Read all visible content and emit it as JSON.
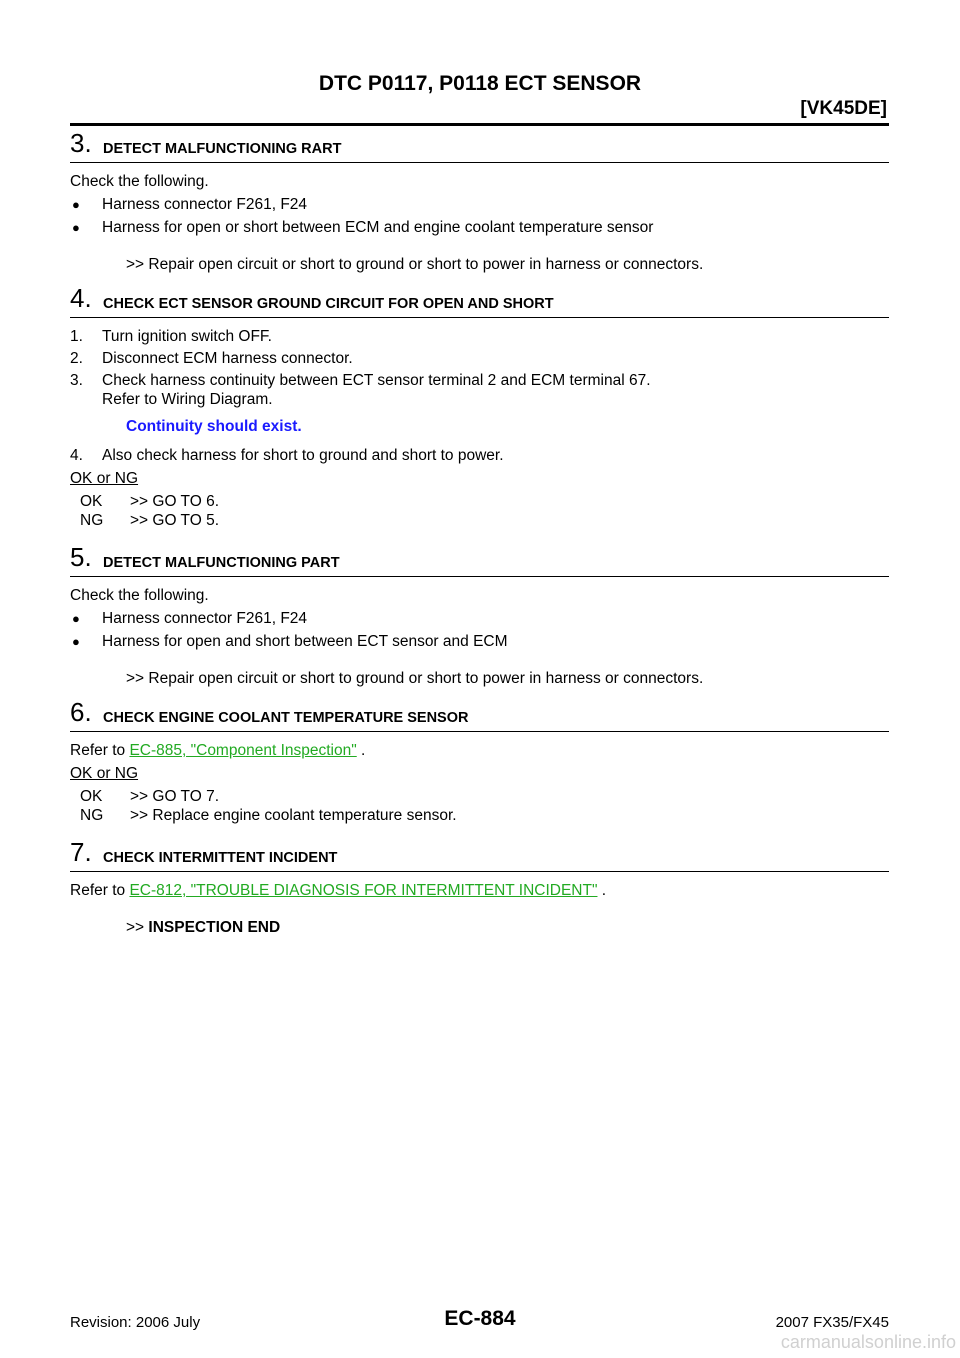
{
  "header": {
    "title": "DTC P0117, P0118 ECT SENSOR",
    "model": "[VK45DE]"
  },
  "steps": [
    {
      "num": "3.",
      "title": "DETECT MALFUNCTIONING RART",
      "intro": "Check the following.",
      "bullets": [
        "Harness connector F261, F24",
        "Harness for open or short between ECM and engine coolant temperature sensor"
      ],
      "result": ">> Repair open circuit or short to ground or short to power in harness or connectors."
    },
    {
      "num": "4.",
      "title": "CHECK ECT SENSOR GROUND CIRCUIT FOR OPEN AND SHORT",
      "items": [
        {
          "n": "1.",
          "text": "Turn ignition switch OFF."
        },
        {
          "n": "2.",
          "text": "Disconnect ECM harness connector."
        },
        {
          "n": "3.",
          "text": "Check harness continuity between ECT sensor terminal 2 and ECM terminal 67.",
          "text2": "Refer to Wiring Diagram."
        }
      ],
      "emphasis": "Continuity should exist.",
      "item4": {
        "n": "4.",
        "text": "Also check harness for short to ground and short to power."
      },
      "okng_label": "OK or NG",
      "ok": {
        "k": "OK",
        "v": ">> GO TO 6."
      },
      "ng": {
        "k": "NG",
        "v": ">> GO TO 5."
      }
    },
    {
      "num": "5.",
      "title": "DETECT MALFUNCTIONING PART",
      "intro": "Check the following.",
      "bullets": [
        "Harness connector F261, F24",
        "Harness for open and short between ECT sensor and ECM"
      ],
      "result": ">> Repair open circuit or short to ground or short to power in harness or connectors."
    },
    {
      "num": "6.",
      "title": "CHECK ENGINE COOLANT TEMPERATURE SENSOR",
      "refer_prefix": "Refer to ",
      "refer_link": "EC-885, \"Component Inspection\"",
      "refer_suffix": " .",
      "okng_label": "OK or NG",
      "ok": {
        "k": "OK",
        "v": ">> GO TO 7."
      },
      "ng": {
        "k": "NG",
        "v": ">> Replace engine coolant temperature sensor."
      }
    },
    {
      "num": "7.",
      "title": "CHECK INTERMITTENT INCIDENT",
      "refer_prefix": "Refer to ",
      "refer_link": "EC-812, \"TROUBLE DIAGNOSIS FOR INTERMITTENT INCIDENT\"",
      "refer_suffix": " .",
      "end_prefix": ">> ",
      "end_text": "INSPECTION END"
    }
  ],
  "bullet_glyph": "●",
  "footer": {
    "revision": "Revision: 2006 July",
    "page": "EC-884",
    "model": "2007 FX35/FX45"
  },
  "watermark": "carmanualsonline.info"
}
